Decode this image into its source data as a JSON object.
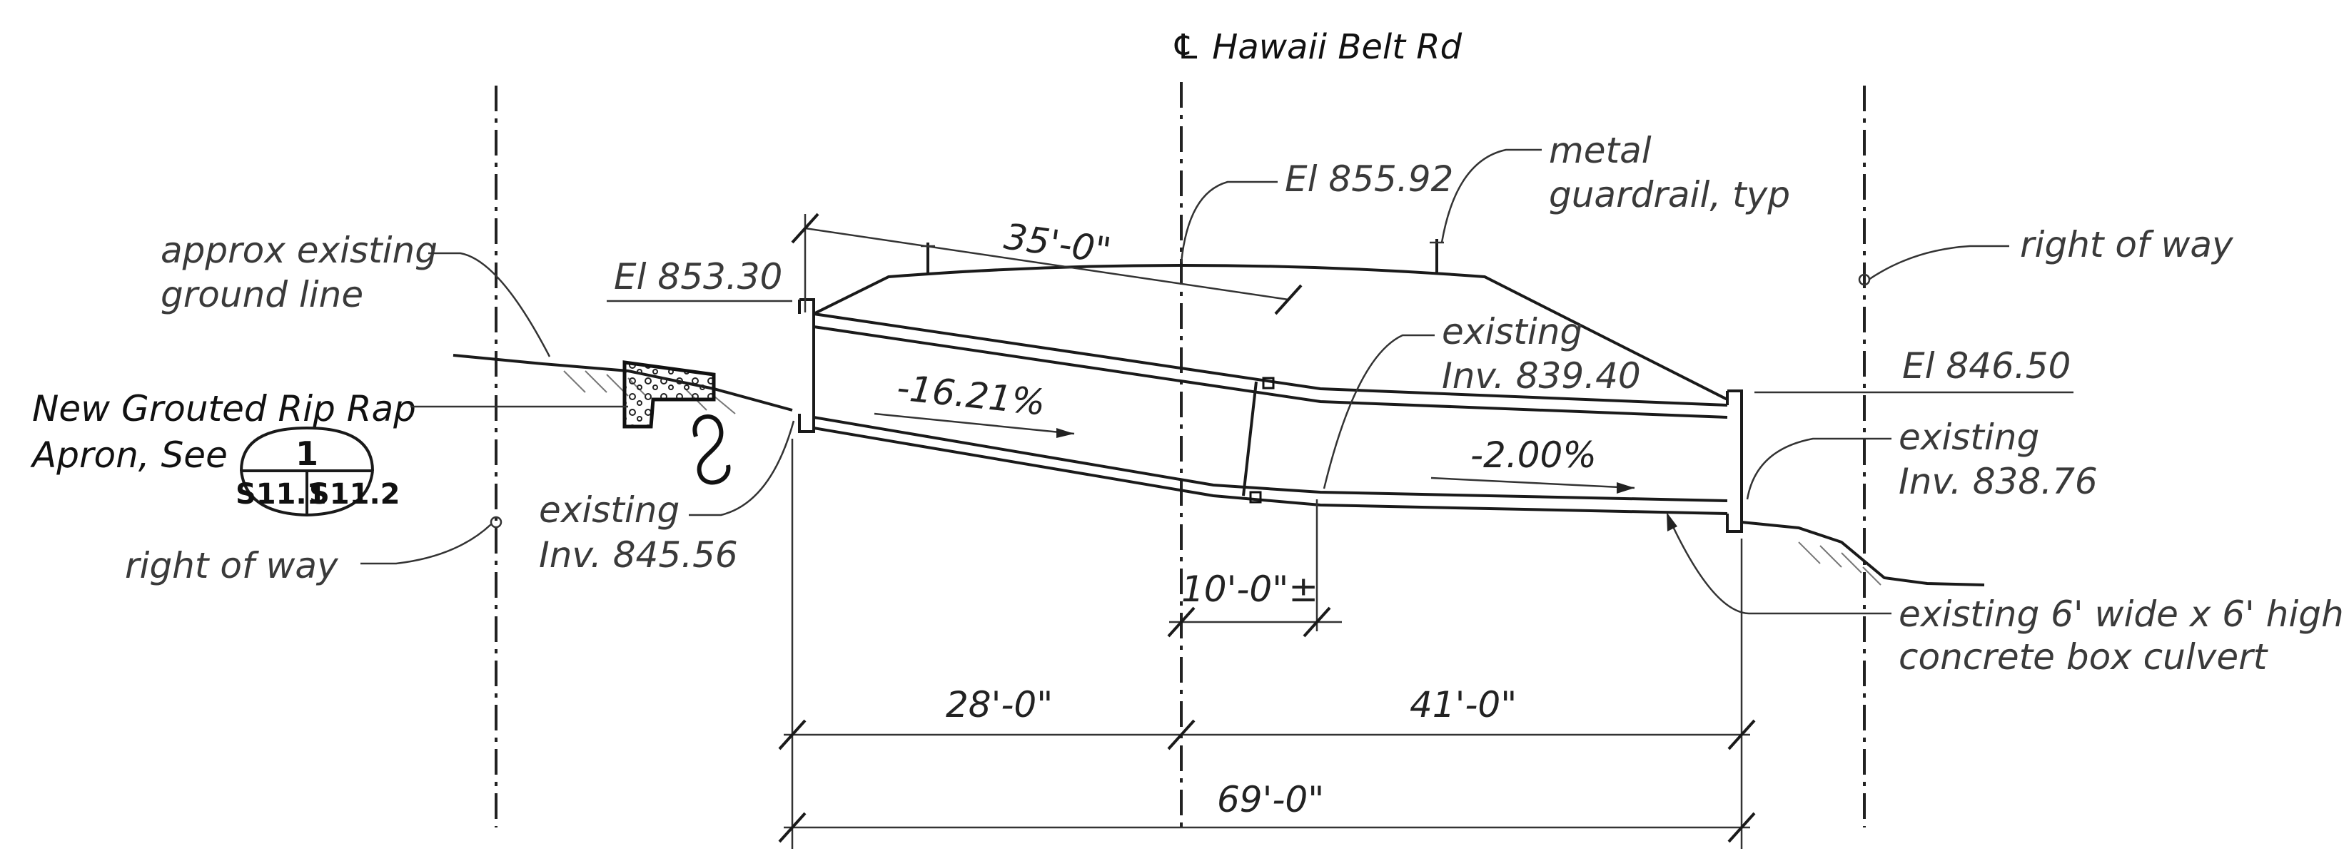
{
  "title": "℄ Hawaii Belt Rd",
  "labels": {
    "ground_line_1": "approx existing",
    "ground_line_2": "ground line",
    "elev_left": "El 853.30",
    "elev_crown": "El 855.92",
    "guardrail_1": "metal",
    "guardrail_2": "guardrail, typ",
    "row_right": "right of way",
    "row_left": "right of way",
    "elev_right": "El 846.50",
    "inv_mid_1": "existing",
    "inv_mid_2": "Inv. 839.40",
    "inv_left_1": "existing",
    "inv_left_2": "Inv. 845.56",
    "inv_right_1": "existing",
    "inv_right_2": "Inv. 838.76",
    "culvert_1": "existing 6' wide x 6' high",
    "culvert_2": "concrete box culvert",
    "riprap_1": "New Grouted Rip Rap",
    "riprap_2": "Apron, See",
    "slope_1": "-16.21%",
    "slope_2": "-2.00%",
    "detail_number": "1",
    "detail_sheet_left": "S11.1",
    "detail_sheet_right": "S11.2"
  },
  "dimensions": {
    "top_width": "35'-0\"",
    "offset": "10'-0\"±",
    "left_span": "28'-0\"",
    "right_span": "41'-0\"",
    "total_span": "69'-0\""
  }
}
